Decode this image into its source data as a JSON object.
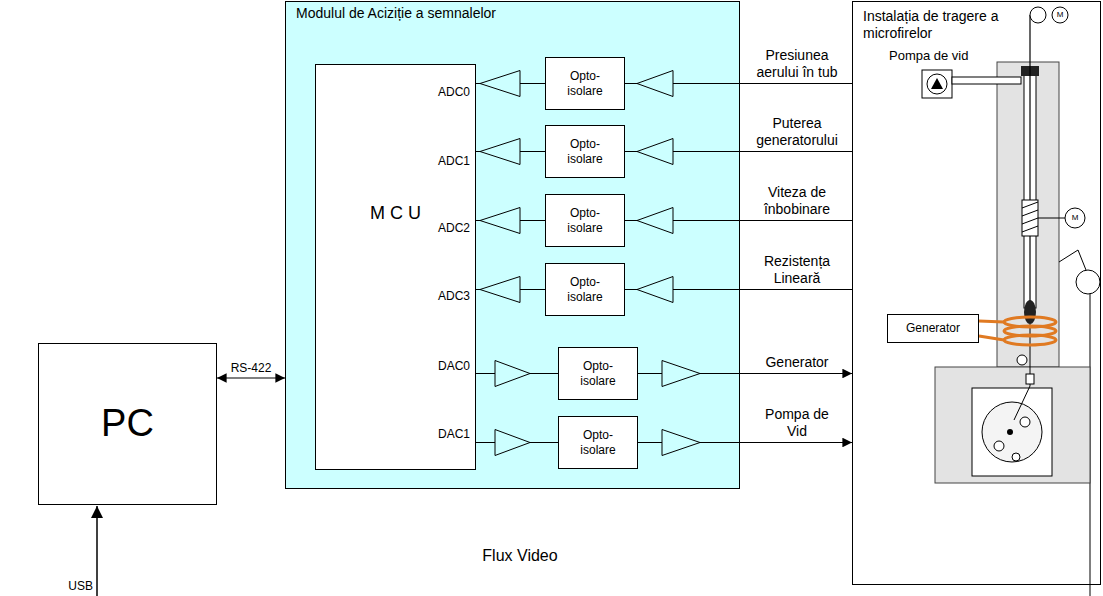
{
  "diagram": {
    "nodes": [
      {
        "text": [
          "PC"
        ]
      },
      {
        "text": [
          "Modulul de Aciziție a semnalelor"
        ]
      },
      {
        "text": [
          "M C U"
        ],
        "in": 1
      },
      {
        "text": [
          "Opto- isolare"
        ],
        "in": 1
      },
      {
        "text": [
          "Opto- isolare"
        ],
        "in": 1
      },
      {
        "text": [
          "Opto- isolare"
        ],
        "in": 1
      },
      {
        "text": [
          "Opto- isolare"
        ],
        "in": 1
      },
      {
        "text": [
          "Opto- isolare"
        ],
        "in": 1
      },
      {
        "text": [
          "Opto- isolare"
        ],
        "in": 1
      },
      {
        "text": [
          "Instalația de tragere a microfirelor"
        ]
      },
      {
        "text": [
          "Generator"
        ],
        "in": 9
      }
    ],
    "edges": [
      {
        "from": 0,
        "to": 1,
        "arrow": "both",
        "label": "RS-422"
      },
      {
        "from": 9,
        "to": 3,
        "arrow": "none",
        "label": "Presiunea aerului în tub"
      },
      {
        "from": 3,
        "to": 2,
        "arrow": "none"
      },
      {
        "from": 9,
        "to": 4,
        "arrow": "none",
        "label": "Puterea generatorului"
      },
      {
        "from": 4,
        "to": 2,
        "arrow": "none"
      },
      {
        "from": 9,
        "to": 5,
        "arrow": "none",
        "label": "Viteza de înbobinare"
      },
      {
        "from": 5,
        "to": 2,
        "arrow": "none"
      },
      {
        "from": 9,
        "to": 6,
        "arrow": "none",
        "label": "Rezistența Lineară"
      },
      {
        "from": 6,
        "to": 2,
        "arrow": "none"
      },
      {
        "from": 2,
        "to": 7,
        "arrow": "none"
      },
      {
        "from": 7,
        "to": 9,
        "arrow": "to",
        "label": "Generator"
      },
      {
        "from": 2,
        "to": 8,
        "arrow": "none"
      },
      {
        "from": 8,
        "to": 9,
        "arrow": "to",
        "label": "Pompa de Vid"
      }
    ],
    "labels": [
      "ADC0",
      "ADC1",
      "ADC2",
      "ADC3",
      "DAC0",
      "DAC1",
      "Pompa de vid",
      "M",
      "M",
      "USB",
      "Flux Video"
    ]
  }
}
